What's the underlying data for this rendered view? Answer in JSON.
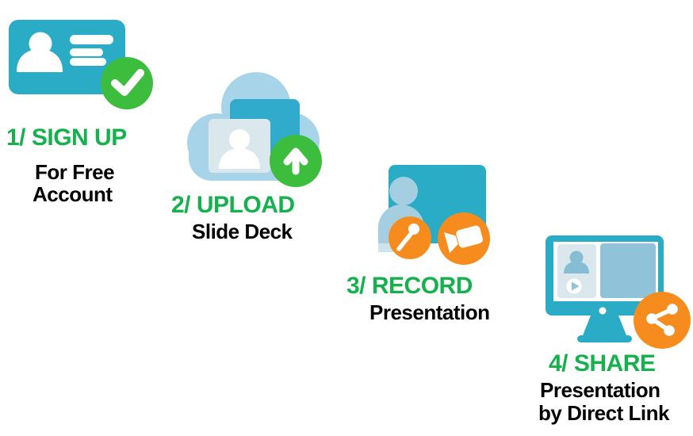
{
  "title": "Four step presentation workflow infographic",
  "palette": {
    "teal": "#2BACC6",
    "tealSlide": "#31ABCC",
    "cloudBlue": "#A8D4E9",
    "paleBlue": "#DAE8EE",
    "midBlue": "#90C2DA",
    "personBlue": "#A5CFE0",
    "personLight": "#CBE4EE",
    "avatarBlue": "#87BDD4",
    "green": "#3CBD3D",
    "textGreen": "#16B14E",
    "orange": "#F78C1E",
    "textBlack": "#000000"
  },
  "steps": [
    {
      "heading": "1/ SIGN UP",
      "sub_lines": [
        "For Free",
        "Account"
      ],
      "icon": "id-card-with-check-icon"
    },
    {
      "heading": "2/ UPLOAD",
      "sub_lines": [
        "Slide Deck"
      ],
      "icon": "cloud-upload-icon"
    },
    {
      "heading": "3/ RECORD",
      "sub_lines": [
        "Presentation"
      ],
      "icon": "presenter-recording-icon"
    },
    {
      "heading": "4/ SHARE",
      "sub_lines": [
        "Presentation",
        "by Direct Link"
      ],
      "icon": "monitor-share-icon"
    }
  ]
}
